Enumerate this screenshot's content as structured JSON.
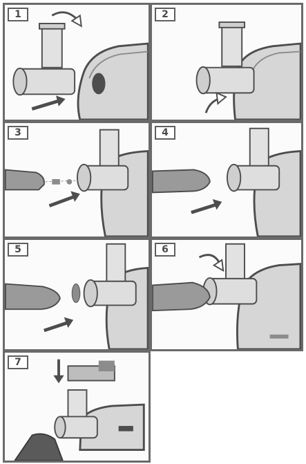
{
  "steps": [
    {
      "number": "1"
    },
    {
      "number": "2"
    },
    {
      "number": "3"
    },
    {
      "number": "4"
    },
    {
      "number": "5"
    },
    {
      "number": "6"
    },
    {
      "number": "7"
    }
  ],
  "colors": {
    "frame": "#6a6a6a",
    "drawing_dark": "#4d4d4d",
    "drawing_mid": "#8c8c8c",
    "drawing_light": "#c9c9c9",
    "body_fill": "#d6d6d6"
  },
  "icons": [
    "hand-icon",
    "arrow-icon",
    "curved-arrow-icon"
  ]
}
